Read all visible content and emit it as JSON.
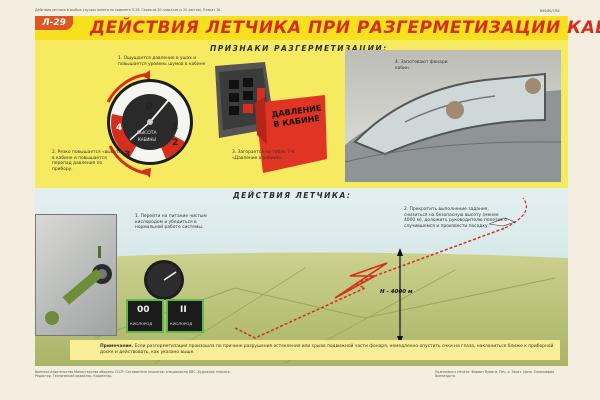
{
  "poster": {
    "top_left_note": "Действия летчика в особых случаях полета на самолете Л-29. Серия из 20 плакатов (с 20 листов). Плакат 16.",
    "top_right_code": "В90/80/7/84",
    "badge": "Л-29",
    "title": "ДЕЙСТВИЯ ЛЕТЧИКА ПРИ РАЗГЕРМЕТИЗАЦИИ КАБИНЫ В ПОЛЕТЕ",
    "signs_heading": "ПРИЗНАКИ РАЗГЕРМЕТИЗАЦИИ:",
    "captions": {
      "c1": "1. Ощущается давление в ушах и повышается уровень шумов в кабине",
      "c2": "2. Резко повышается «высота» в кабине и повышается перепад давления по прибору.",
      "c3": "3. Загорается на табло Т-9 «Давление в кабине».",
      "c4": "4. Запотевают фонари кабин."
    },
    "gauge_labels": {
      "word": "ВЫСОТА",
      "sub": "КАБИНЫ",
      "n0": "0",
      "n1": "1",
      "n2": "2",
      "n3": "3",
      "n4": "4"
    },
    "panel_label": "ДАВЛЕНИЕ В КАБИНЕ",
    "actions_heading": "ДЕЙСТВИЯ ЛЕТЧИКА:",
    "actions": {
      "a1": "1. Перейти на питание чистым кислородом и убедиться в нормальной работе системы.",
      "a2": "2. Прекратить выполнение задания, снизиться на безопасную высоту (менее 4000 м), доложить руководителю полетов о случившемся и произвести посадку."
    },
    "altitude_label": "Н - 4000 м",
    "oxygen_labels": {
      "v1": "00",
      "v2": "II",
      "caption1": "КИСЛОРОД",
      "caption2": "КИСЛОРОД"
    },
    "note_title": "Примечание.",
    "note_text": "Если разгерметизация произошла по причине разрушения остекления или срыва подвижной части фонаря, немедленно опустить очки на глаза, наклониться ближе к приборной доске и действовать, как указано выше.",
    "footer_left": "Военное издательство Министерства обороны СССР. Составители плакатов: специалисты ВВС. Художник плаката. Редактор. Технический редактор. Корректор.",
    "footer_right": "Подписано к печати. Формат бумаги. Печ. л. Заказ. Цена. Типография Воениздата."
  },
  "colors": {
    "accent_red": "#d62e1d",
    "header_yellow": "#f7e01e",
    "panel_yellow": "#f6ea60",
    "sky": "#cfe6e8",
    "field": "#b8c27a"
  }
}
